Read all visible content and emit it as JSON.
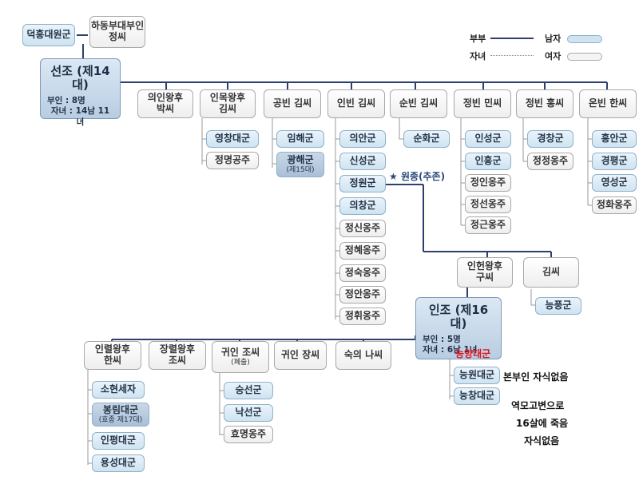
{
  "legend": {
    "spouse": "부부",
    "children": "자녀",
    "male": "남자",
    "female": "여자",
    "male_color": "#cfe3f1",
    "female_color": "#f4f4f4",
    "spouse_line_color": "#2d3e70"
  },
  "people": {
    "deokheung": "덕흥대원군",
    "hadong": "하동부대부인",
    "hadong2": "정씨",
    "seonjo_title": "선조 (제14대)",
    "seonjo_wives": "부인 : 8명",
    "seonjo_children": "자녀 : 14남 11녀",
    "w1a": "의인왕후",
    "w1b": "박씨",
    "w2a": "인목왕후",
    "w2b": "김씨",
    "w3": "공빈 김씨",
    "w4": "인빈 김씨",
    "w5": "순빈 김씨",
    "w6": "정빈 민씨",
    "w7": "정빈 홍씨",
    "w8": "온빈 한씨",
    "yeongchang": "영창대군",
    "jeongmyeong": "정명공주",
    "imhae": "임해군",
    "gwanghae": "광해군",
    "gwanghae_sub": "(제15대)",
    "uian": "의안군",
    "sinseong": "신성군",
    "jeongwon": "정원군",
    "uichang": "의창군",
    "jeongsin": "정신옹주",
    "jeonghye": "정혜옹주",
    "jeongsuk": "정숙옹주",
    "jeongan": "정안옹주",
    "jeonghwi": "정휘옹주",
    "sunhwa": "순화군",
    "inseong": "인성군",
    "inheung": "인흥군",
    "jeongin": "정인옹주",
    "jeongseon": "정선옹주",
    "jeonggeun": "정근옹주",
    "gyeongchang": "경창군",
    "jeongjeong": "정정옹주",
    "heungan": "흥안군",
    "gyeongpyeong": "경평군",
    "yeongseong": "영성군",
    "jeonghwa": "정화옹주",
    "wonjong": "원종(추존)",
    "inheon_a": "인헌왕후",
    "inheon_b": "구씨",
    "kim": "김씨",
    "neungpung": "능풍군",
    "injo_title": "인조 (제16대)",
    "injo_wives": "부인 : 5명",
    "injo_children": "자녀 : 6남 1녀",
    "neungyang": "능양대군",
    "neungwon": "능원대군",
    "neungchang": "능창대군",
    "inyeol_a": "인렬왕후",
    "inyeol_b": "한씨",
    "jangryeol_a": "장렬왕후",
    "jangryeol_b": "조씨",
    "gwiin_jo": "귀인 조씨",
    "gwiin_jo_sub": "(폐출)",
    "gwiin_jang": "귀인 장씨",
    "sugui_na": "숙의 나씨",
    "sohyeon": "소현세자",
    "bongrim": "봉림대군",
    "bongrim_sub": "(효종 제17대)",
    "inpyeong": "인평대군",
    "yongseong": "용성대군",
    "sungseon": "숭선군",
    "nakseon": "낙선군",
    "hyomyeong": "효명옹주"
  },
  "notes": {
    "neungwon_note": "본부인 자식없음",
    "neungchang_note1": "역모고변으로",
    "neungchang_note2": "16살에 죽음",
    "neungchang_note3": "자식없음"
  }
}
